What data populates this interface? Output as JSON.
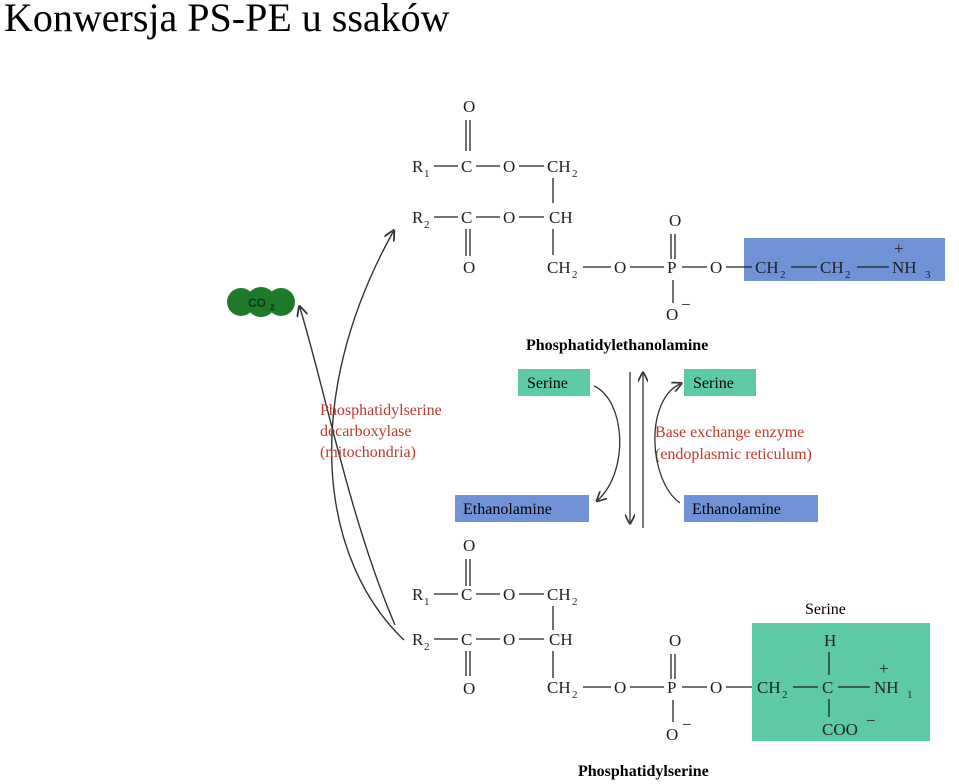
{
  "slide": {
    "title": "Konwersja PS-PE u ssaków"
  },
  "colors": {
    "pe_box": "#6f93d6",
    "serine_box": "#5ccaa4",
    "enzyme_text": "#c0392b",
    "co2": "#1e7a28"
  },
  "molecule_top": {
    "name": "Phosphatidylethanolamine",
    "atoms": {
      "o": "O",
      "c": "C",
      "r": "R",
      "ch": "CH",
      "ch2": "CH",
      "p": "P",
      "o_minus": "O",
      "n": "NH",
      "plus": "+",
      "minus": "−",
      "one": "1",
      "two": "2",
      "three": "3"
    }
  },
  "molecule_bottom": {
    "name": "Phosphatidylserine",
    "head_label": "Serine",
    "atoms": {
      "h": "H",
      "coo": "COO"
    }
  },
  "co2": {
    "text": "CO",
    "sub": "2"
  },
  "decarboxylase": {
    "line1": "Phosphatidylserine",
    "line2": "decarboxylase",
    "line3": "(mitochondria)"
  },
  "exchange_enzyme": {
    "line1": "Base exchange enzyme",
    "line2": "(endoplasmic reticulum)"
  },
  "substrates": {
    "serine_left": "Serine",
    "serine_right": "Serine",
    "ethanolamine_left": "Ethanolamine",
    "ethanolamine_right": "Ethanolamine"
  }
}
